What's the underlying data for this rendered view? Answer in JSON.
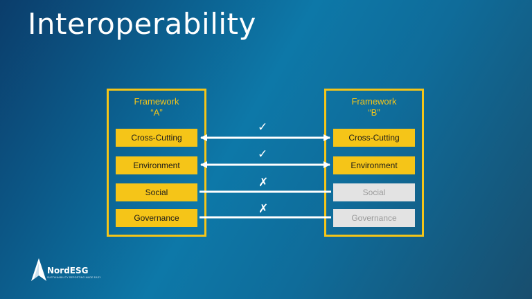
{
  "slide": {
    "title": "Interoperability"
  },
  "framework_a": {
    "title_line1": "Framework",
    "title_line2": "“A”",
    "categories": [
      "Cross-Cutting",
      "Environment",
      "Social",
      "Governance"
    ]
  },
  "framework_b": {
    "title_line1": "Framework",
    "title_line2": "“B”",
    "categories": [
      "Cross-Cutting",
      "Environment",
      "Social",
      "Governance"
    ]
  },
  "links": [
    {
      "category": "Cross-Cutting",
      "mark": "✓",
      "interoperable": true
    },
    {
      "category": "Environment",
      "mark": "✓",
      "interoperable": true
    },
    {
      "category": "Social",
      "mark": "✗",
      "interoperable": false
    },
    {
      "category": "Governance",
      "mark": "✗",
      "interoperable": false
    }
  ],
  "logo": {
    "name": "NordESG",
    "tagline": "SUSTAINABILITY REPORTING MADE EASY"
  },
  "colors": {
    "accent": "#f5c518",
    "inactive": "#e3e3e3",
    "inactive_text": "#9a9a9a",
    "link": "#ffffff"
  }
}
